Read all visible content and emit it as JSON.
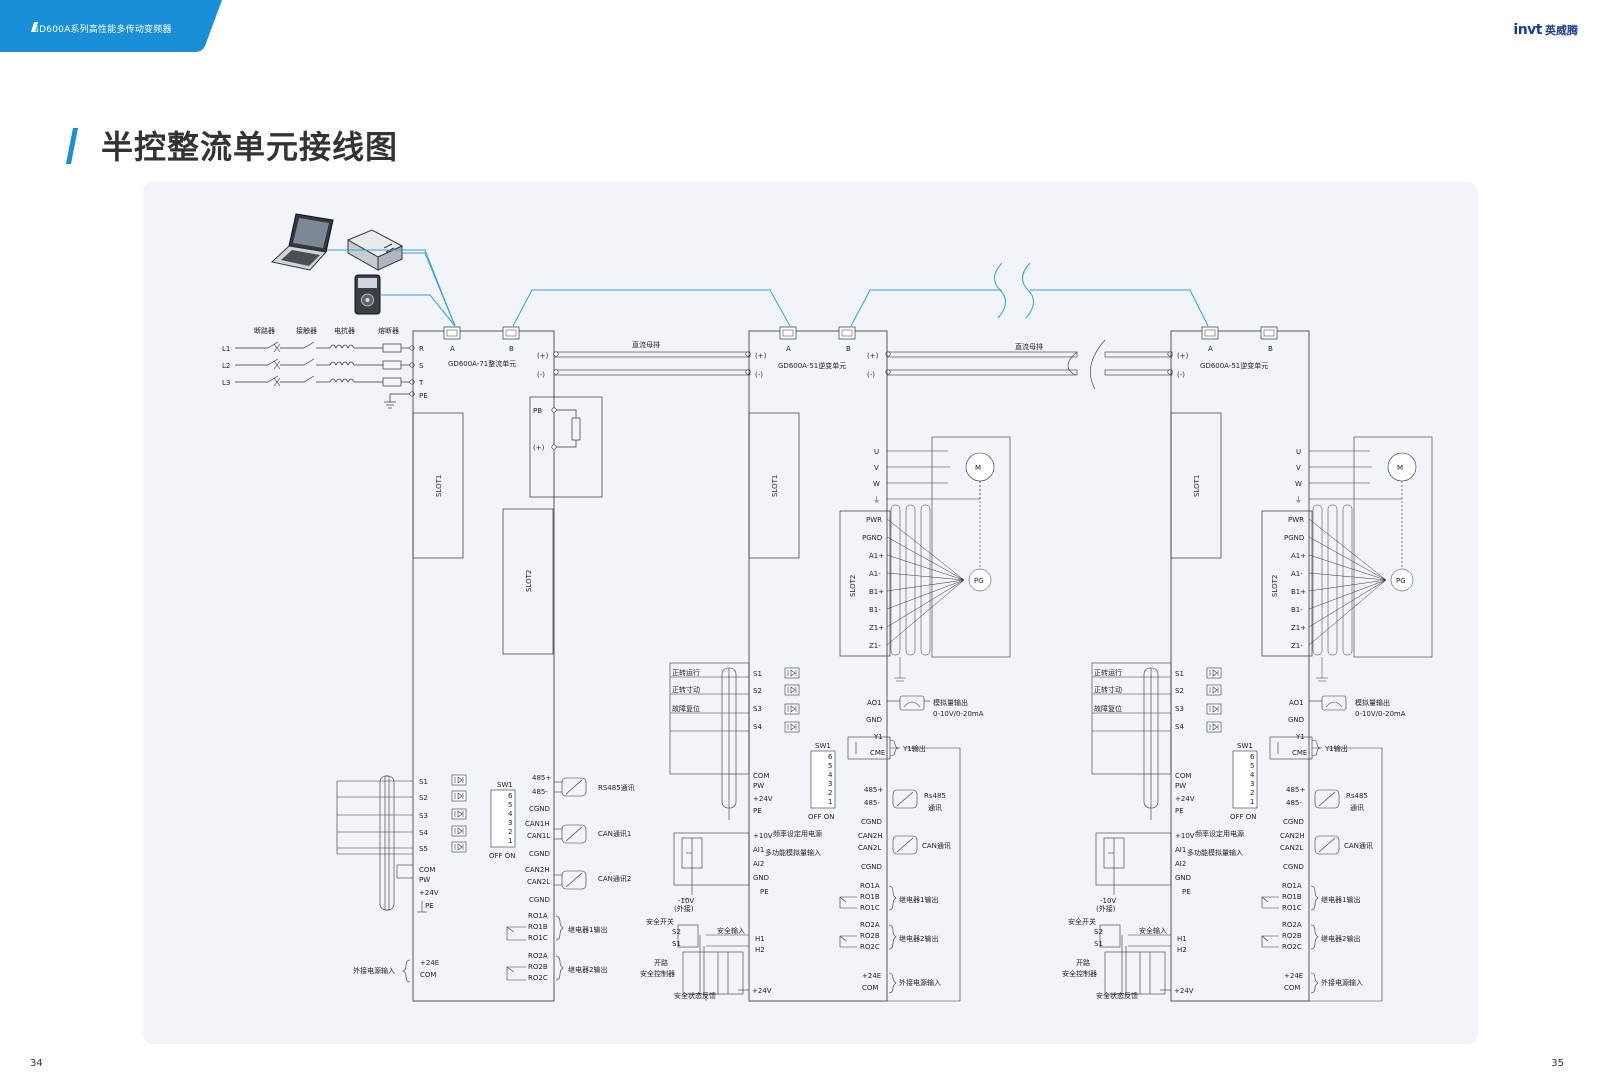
{
  "header": {
    "series_label": "GD600A系列高性能多传动变频器",
    "brand_logo": "invt",
    "brand_cn": "英威腾"
  },
  "page_title": "半控整流单元接线图",
  "page_numbers": {
    "left": "34",
    "right": "35"
  },
  "colors": {
    "accent": "#1a8fd8",
    "panel": "#f1f5fa",
    "line": "#2a2a2a",
    "comm": "#3aa0d8"
  },
  "icons": [
    "laptop-icon",
    "keypad-icon",
    "comm-module-icon"
  ],
  "input": {
    "phases": [
      "L1",
      "L2",
      "L3"
    ],
    "devices": [
      "断路器",
      "接触器",
      "电抗器",
      "熔断器"
    ],
    "terminals": [
      "R",
      "S",
      "T",
      "PE"
    ]
  },
  "rectifier": {
    "model": "GD600A-71整流单元",
    "ports": [
      "A",
      "B"
    ],
    "slots": [
      "SLOT1",
      "SLOT2"
    ],
    "brake": [
      "PB",
      "(+)"
    ],
    "bus": [
      "(+)",
      "(-)"
    ],
    "di": [
      "S1",
      "S2",
      "S3",
      "S4",
      "S5",
      "COM",
      "PW",
      "+24V",
      "PE"
    ],
    "sw_title": "SW1",
    "sw": [
      "6",
      "5",
      "4",
      "3",
      "2",
      "1"
    ],
    "sw_state": "OFF ON",
    "comm_terms": [
      "485+",
      "485-",
      "CGND",
      "CAN1H",
      "CAN1L",
      "CGND",
      "CAN2H",
      "CAN2L",
      "CGND"
    ],
    "comm_labels": [
      "RS485通讯",
      "CAN通讯1",
      "CAN通讯2"
    ],
    "relay1": [
      "RO1A",
      "RO1B",
      "RO1C"
    ],
    "relay2": [
      "RO2A",
      "RO2B",
      "RO2C"
    ],
    "relay_labels": [
      "继电器1输出",
      "继电器2输出"
    ],
    "ext_power": [
      "+24E",
      "COM"
    ],
    "ext_power_label": "外接电源输入"
  },
  "bus_label": "直流母排",
  "inverter": {
    "model": "GD600A-51逆变单元",
    "ports": [
      "A",
      "B"
    ],
    "bus": [
      "(+)",
      "(-)"
    ],
    "slot1": "SLOT1",
    "motor_terms": [
      "U",
      "V",
      "W",
      "⏚"
    ],
    "motor": "M",
    "slot2": "SLOT2",
    "pg_terms": [
      "PWR",
      "PGND",
      "A1+",
      "A1-",
      "B1+",
      "B1-",
      "Z1+",
      "Z1-"
    ],
    "pg": "PG",
    "inputs": [
      "正转运行",
      "正转寸动",
      "故障复位"
    ],
    "di": [
      "S1",
      "S2",
      "S3",
      "S4",
      "COM",
      "PW",
      "+24V",
      "PE"
    ],
    "ao": [
      "AO1",
      "GND"
    ],
    "ao_label": "模拟量输出",
    "ao_range": "0-10V/0-20mA",
    "y1": [
      "Y1",
      "CME"
    ],
    "y1_label": "Y1输出",
    "sw_title": "SW1",
    "sw": [
      "6",
      "5",
      "4",
      "3",
      "2",
      "1"
    ],
    "sw_state": "OFF ON",
    "comm_terms": [
      "485+",
      "485-",
      "CGND",
      "CAN2H",
      "CAN2L",
      "CGND"
    ],
    "comm_labels": [
      "Rs485",
      "通讯",
      "CAN通讯"
    ],
    "ai": [
      "+10V",
      "AI1",
      "AI2",
      "GND",
      "PE"
    ],
    "ai_labels": [
      "频率设定用电源",
      "多功能模拟量输入"
    ],
    "neg10": "-10V",
    "neg10_sub": "(外接)",
    "relay1": [
      "RO1A",
      "RO1B",
      "RO1C"
    ],
    "relay2": [
      "RO2A",
      "RO2B",
      "RO2C"
    ],
    "relay_labels": [
      "继电器1输出",
      "继电器2输出"
    ],
    "safety": [
      "安全开关",
      "S2",
      "S1",
      "开路",
      "安全控制器",
      "安全输入",
      "H1",
      "H2",
      "安全状态反馈",
      "+24V"
    ],
    "ext_power": [
      "+24E",
      "COM"
    ],
    "ext_power_label": "外接电源输入"
  }
}
